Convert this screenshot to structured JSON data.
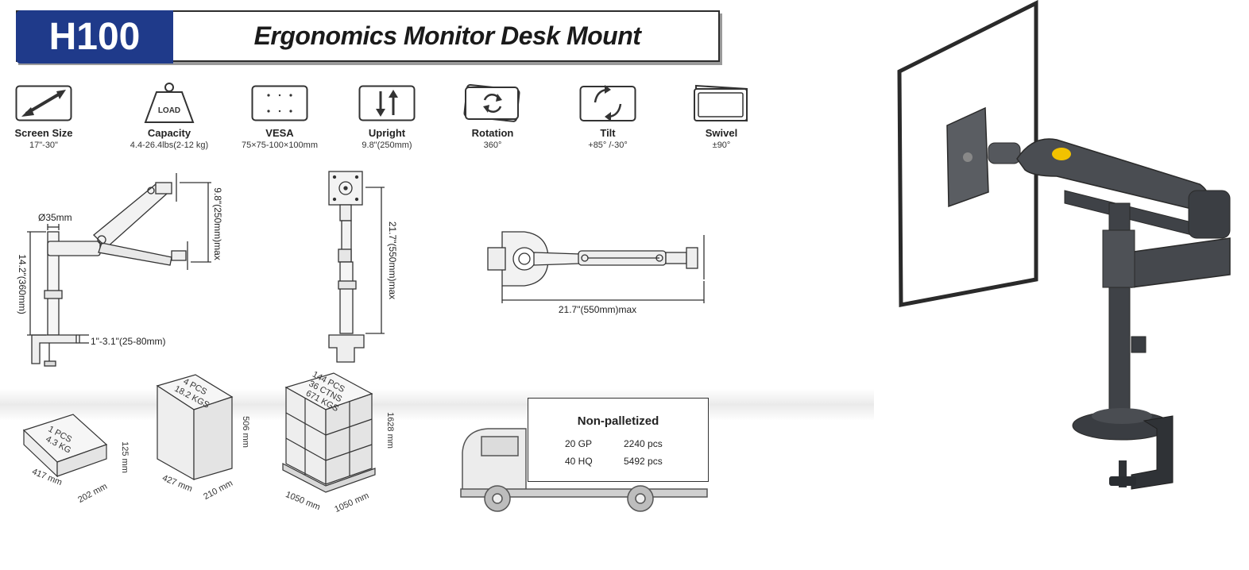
{
  "header": {
    "model": "H100",
    "title": "Ergonomics  Monitor Desk Mount"
  },
  "specs": [
    {
      "icon": "arrow-diagonal-icon",
      "label": "Screen Size",
      "value": "17\"-30\""
    },
    {
      "icon": "weight-icon",
      "label": "Capacity",
      "value": "4.4-26.4lbs(2-12 kg)",
      "icon_text": "LOAD"
    },
    {
      "icon": "vesa-icon",
      "label": "VESA",
      "value": "75×75-100×100mm"
    },
    {
      "icon": "updown-arrows-icon",
      "label": "Upright",
      "value": "9.8\"(250mm)"
    },
    {
      "icon": "rotation-icon",
      "label": "Rotation",
      "value": "360°"
    },
    {
      "icon": "tilt-icon",
      "label": "Tilt",
      "value": "+85° /-30°"
    },
    {
      "icon": "swivel-icon",
      "label": "Swivel",
      "value": "±90°"
    }
  ],
  "dimensions": {
    "pole_diameter": "Ø35mm",
    "pole_height": "14.2\"(360mm)",
    "clamp_range": "1\"-3.1\"(25-80mm)",
    "arm_vertical": "9.8\"(250mm)max",
    "front_height": "21.7\"(550mm)max",
    "top_reach": "21.7\"(550mm)max"
  },
  "packages": [
    {
      "label_pcs": "1 PCS",
      "label_kg": "4.3 KG",
      "length": "417 mm",
      "width": "202 mm",
      "height": "125 mm"
    },
    {
      "label_pcs": "4 PCS",
      "label_kg": "18.2 KGS",
      "length": "427 mm",
      "width": "210 mm",
      "height": "506 mm"
    },
    {
      "label_pcs": "144 PCS",
      "label_ctns": "36 CTNS",
      "label_kg": "671 KGS",
      "length": "1050 mm",
      "width": "1050 mm",
      "height": "1628 mm"
    }
  ],
  "shipping": {
    "title": "Non-palletized",
    "rows": [
      {
        "container": "20 GP",
        "qty": "2240 pcs"
      },
      {
        "container": "40 HQ",
        "qty": "5492 pcs"
      }
    ]
  },
  "colors": {
    "brand_blue": "#1f3a8a",
    "line": "#333333",
    "arm_metal": "#4a4d52"
  }
}
